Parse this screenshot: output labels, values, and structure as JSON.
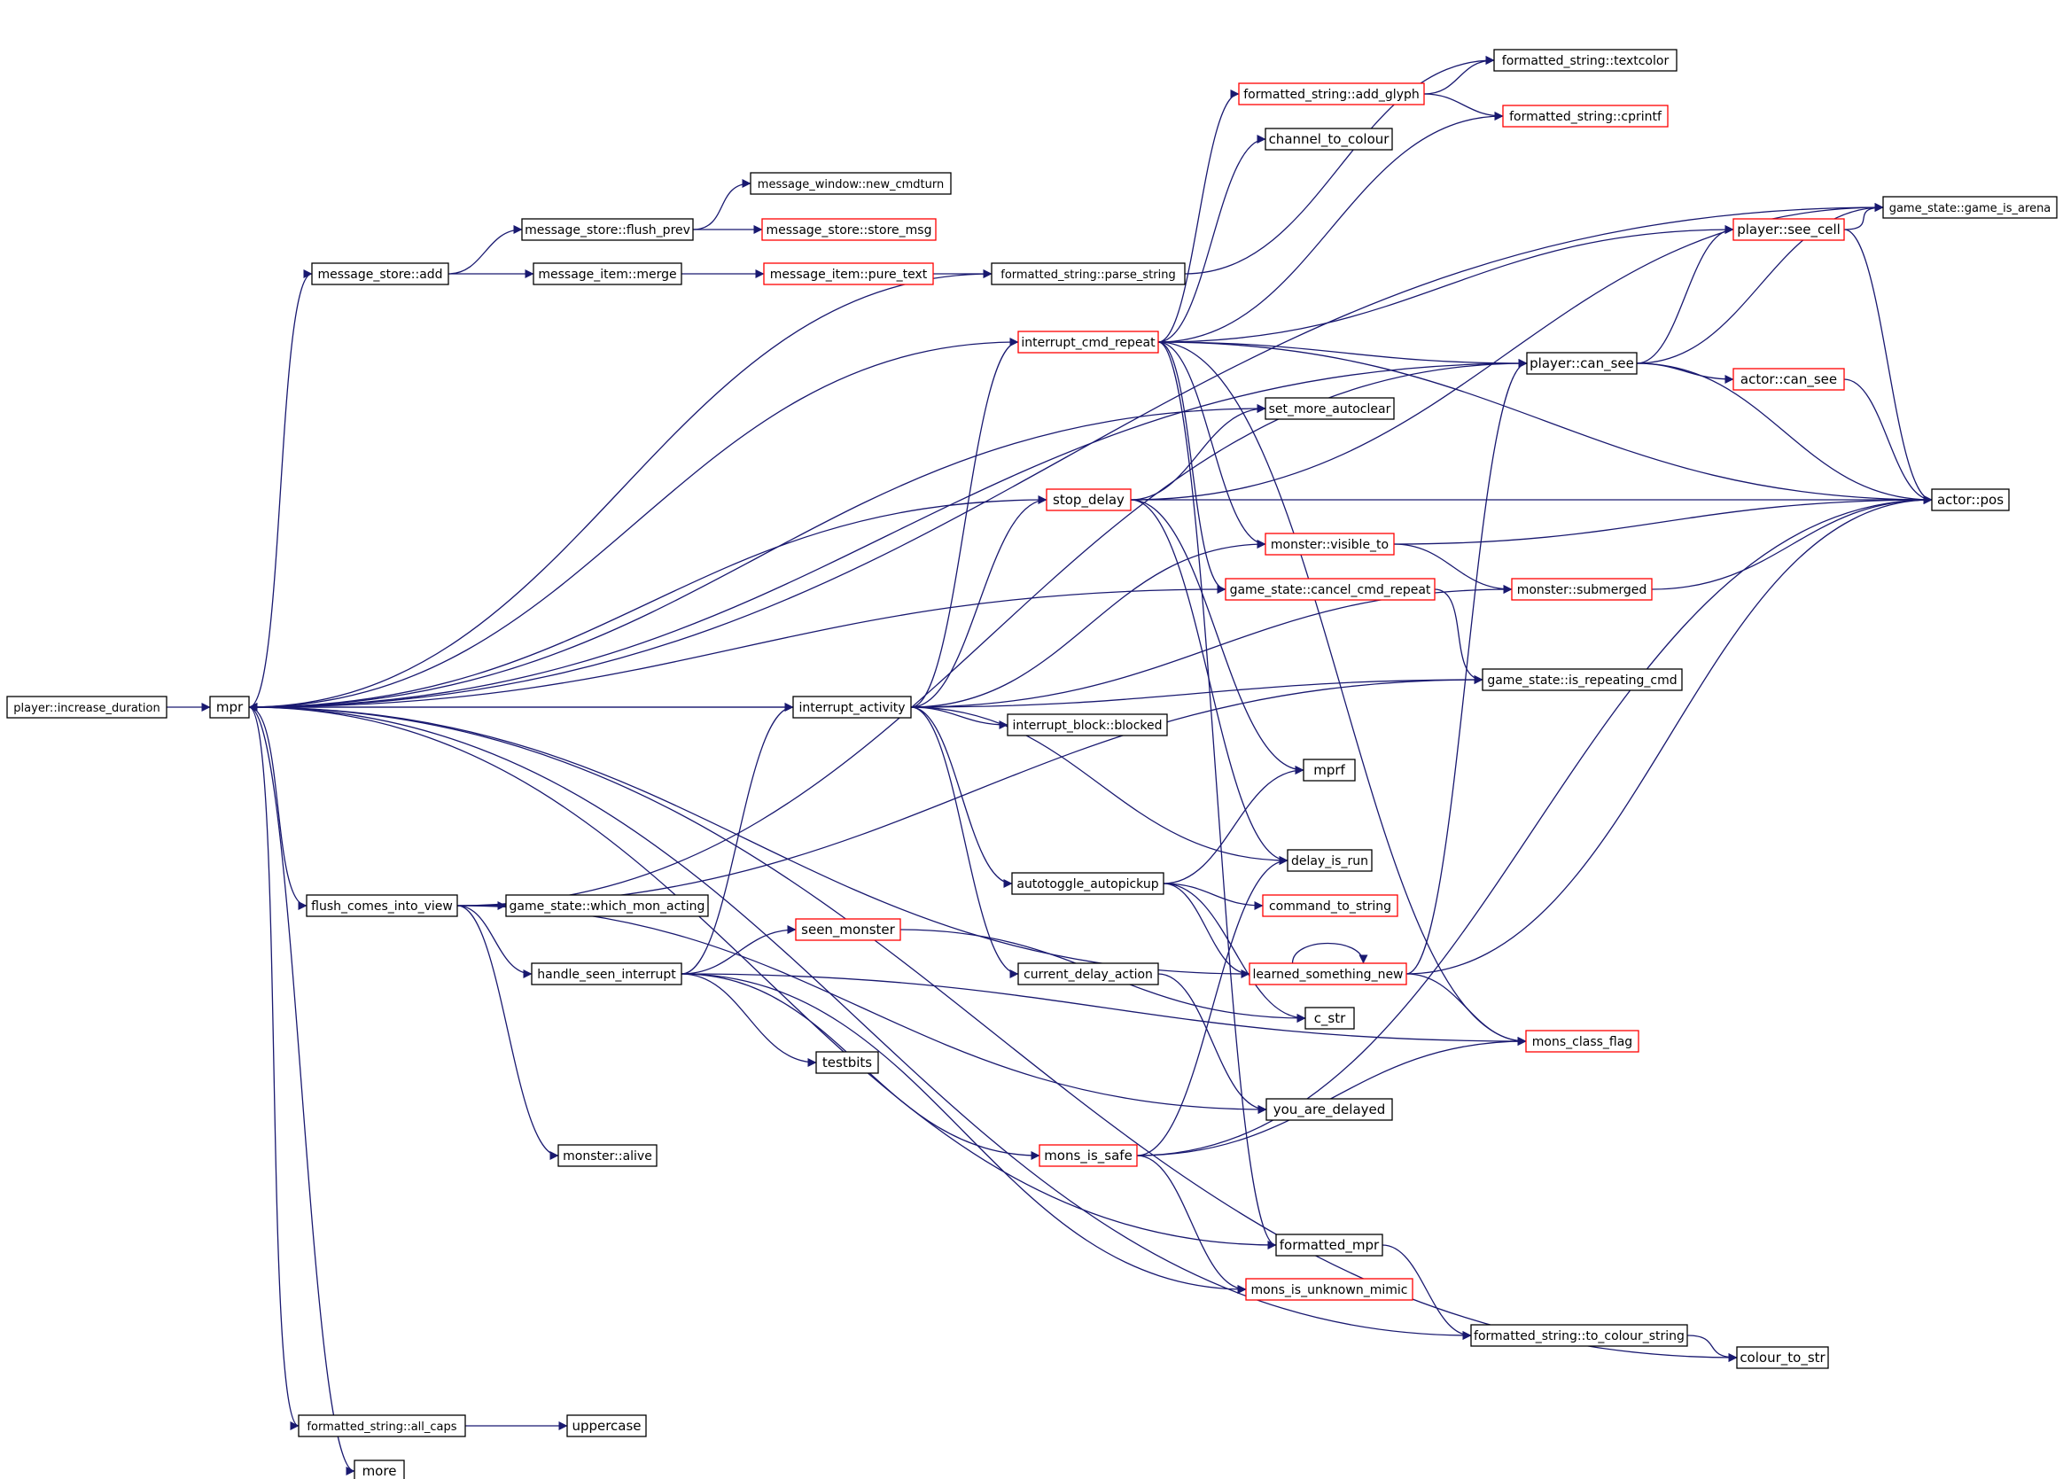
{
  "diagram": {
    "colors": {
      "edge": "#191970",
      "root_fill": "#bfbfbf",
      "border_black": "#000000",
      "border_red": "#ff0000"
    },
    "nodes": [
      {
        "id": "increase_duration",
        "label": "player::increase_duration",
        "border": "black",
        "root": true
      },
      {
        "id": "mpr",
        "label": "mpr",
        "border": "black"
      },
      {
        "id": "ms_add",
        "label": "message_store::add",
        "border": "black"
      },
      {
        "id": "ms_flush_prev",
        "label": "message_store::flush_prev",
        "border": "black"
      },
      {
        "id": "mw_new_cmdturn",
        "label": "message_window::new_cmdturn",
        "border": "black"
      },
      {
        "id": "ms_store_msg",
        "label": "message_store::store_msg",
        "border": "red"
      },
      {
        "id": "mi_merge",
        "label": "message_item::merge",
        "border": "black"
      },
      {
        "id": "mi_pure_text",
        "label": "message_item::pure_text",
        "border": "red"
      },
      {
        "id": "fs_parse_string",
        "label": "formatted_string::parse_string",
        "border": "black"
      },
      {
        "id": "fs_textcolor",
        "label": "formatted_string::textcolor",
        "border": "black"
      },
      {
        "id": "fs_add_glyph",
        "label": "formatted_string::add_glyph",
        "border": "red"
      },
      {
        "id": "fs_cprintf",
        "label": "formatted_string::cprintf",
        "border": "red"
      },
      {
        "id": "channel_to_colour",
        "label": "channel_to_colour",
        "border": "black"
      },
      {
        "id": "interrupt_cmd_repeat",
        "label": "interrupt_cmd_repeat",
        "border": "red"
      },
      {
        "id": "gs_game_is_arena",
        "label": "game_state::game_is_arena",
        "border": "black"
      },
      {
        "id": "player_see_cell",
        "label": "player::see_cell",
        "border": "red"
      },
      {
        "id": "player_can_see",
        "label": "player::can_see",
        "border": "black"
      },
      {
        "id": "actor_can_see",
        "label": "actor::can_see",
        "border": "red"
      },
      {
        "id": "set_more_autoclear",
        "label": "set_more_autoclear",
        "border": "black"
      },
      {
        "id": "stop_delay",
        "label": "stop_delay",
        "border": "red"
      },
      {
        "id": "actor_pos",
        "label": "actor::pos",
        "border": "black"
      },
      {
        "id": "monster_visible_to",
        "label": "monster::visible_to",
        "border": "red"
      },
      {
        "id": "gs_cancel_cmd_repeat",
        "label": "game_state::cancel_cmd_repeat",
        "border": "red"
      },
      {
        "id": "monster_submerged",
        "label": "monster::submerged",
        "border": "red"
      },
      {
        "id": "interrupt_activity",
        "label": "interrupt_activity",
        "border": "black"
      },
      {
        "id": "gs_is_repeating_cmd",
        "label": "game_state::is_repeating_cmd",
        "border": "black"
      },
      {
        "id": "ib_blocked",
        "label": "interrupt_block::blocked",
        "border": "black"
      },
      {
        "id": "mprf",
        "label": "mprf",
        "border": "black"
      },
      {
        "id": "delay_is_run",
        "label": "delay_is_run",
        "border": "black"
      },
      {
        "id": "autotoggle_autopickup",
        "label": "autotoggle_autopickup",
        "border": "black"
      },
      {
        "id": "command_to_string",
        "label": "command_to_string",
        "border": "red"
      },
      {
        "id": "flush_comes_into_view",
        "label": "flush_comes_into_view",
        "border": "black"
      },
      {
        "id": "gs_which_mon_acting",
        "label": "game_state::which_mon_acting",
        "border": "black"
      },
      {
        "id": "seen_monster",
        "label": "seen_monster",
        "border": "red"
      },
      {
        "id": "handle_seen_interrupt",
        "label": "handle_seen_interrupt",
        "border": "black"
      },
      {
        "id": "current_delay_action",
        "label": "current_delay_action",
        "border": "black"
      },
      {
        "id": "learned_something_new",
        "label": "learned_something_new",
        "border": "red"
      },
      {
        "id": "c_str",
        "label": "c_str",
        "border": "black"
      },
      {
        "id": "mons_class_flag",
        "label": "mons_class_flag",
        "border": "red"
      },
      {
        "id": "testbits",
        "label": "testbits",
        "border": "black"
      },
      {
        "id": "you_are_delayed",
        "label": "you_are_delayed",
        "border": "black"
      },
      {
        "id": "monster_alive",
        "label": "monster::alive",
        "border": "black"
      },
      {
        "id": "mons_is_safe",
        "label": "mons_is_safe",
        "border": "red"
      },
      {
        "id": "formatted_mpr",
        "label": "formatted_mpr",
        "border": "black"
      },
      {
        "id": "mons_is_unknown_mimic",
        "label": "mons_is_unknown_mimic",
        "border": "red"
      },
      {
        "id": "fs_to_colour_string",
        "label": "formatted_string::to_colour_string",
        "border": "black"
      },
      {
        "id": "colour_to_str",
        "label": "colour_to_str",
        "border": "black"
      },
      {
        "id": "fs_all_caps",
        "label": "formatted_string::all_caps",
        "border": "black"
      },
      {
        "id": "uppercase",
        "label": "uppercase",
        "border": "black"
      },
      {
        "id": "more",
        "label": "more",
        "border": "black"
      }
    ],
    "edges": [
      [
        "increase_duration",
        "mpr"
      ],
      [
        "mpr",
        "ms_add"
      ],
      [
        "mpr",
        "fs_parse_string"
      ],
      [
        "mpr",
        "gs_game_is_arena"
      ],
      [
        "mpr",
        "player_can_see"
      ],
      [
        "mpr",
        "set_more_autoclear"
      ],
      [
        "mpr",
        "interrupt_activity"
      ],
      [
        "mpr",
        "flush_comes_into_view"
      ],
      [
        "mpr",
        "fs_to_colour_string"
      ],
      [
        "mpr",
        "colour_to_str"
      ],
      [
        "mpr",
        "fs_all_caps"
      ],
      [
        "mpr",
        "more"
      ],
      [
        "ms_add",
        "ms_flush_prev"
      ],
      [
        "ms_add",
        "mi_merge"
      ],
      [
        "ms_flush_prev",
        "mw_new_cmdturn"
      ],
      [
        "ms_flush_prev",
        "ms_store_msg"
      ],
      [
        "mi_merge",
        "mi_pure_text"
      ],
      [
        "mi_pure_text",
        "fs_parse_string"
      ],
      [
        "fs_parse_string",
        "fs_textcolor"
      ],
      [
        "fs_add_glyph",
        "fs_textcolor"
      ],
      [
        "fs_add_glyph",
        "fs_cprintf"
      ],
      [
        "interrupt_cmd_repeat",
        "mpr"
      ],
      [
        "interrupt_cmd_repeat",
        "fs_add_glyph"
      ],
      [
        "interrupt_cmd_repeat",
        "channel_to_colour"
      ],
      [
        "interrupt_cmd_repeat",
        "fs_cprintf"
      ],
      [
        "interrupt_cmd_repeat",
        "player_see_cell"
      ],
      [
        "interrupt_cmd_repeat",
        "player_can_see"
      ],
      [
        "interrupt_cmd_repeat",
        "actor_pos"
      ],
      [
        "interrupt_cmd_repeat",
        "monster_visible_to"
      ],
      [
        "interrupt_cmd_repeat",
        "gs_cancel_cmd_repeat"
      ],
      [
        "interrupt_cmd_repeat",
        "mons_class_flag"
      ],
      [
        "interrupt_cmd_repeat",
        "formatted_mpr"
      ],
      [
        "player_see_cell",
        "gs_game_is_arena"
      ],
      [
        "player_see_cell",
        "actor_pos"
      ],
      [
        "player_can_see",
        "player_see_cell"
      ],
      [
        "player_can_see",
        "gs_game_is_arena"
      ],
      [
        "player_can_see",
        "actor_can_see"
      ],
      [
        "player_can_see",
        "actor_pos"
      ],
      [
        "actor_can_see",
        "actor_pos"
      ],
      [
        "stop_delay",
        "mpr"
      ],
      [
        "stop_delay",
        "set_more_autoclear"
      ],
      [
        "stop_delay",
        "gs_game_is_arena"
      ],
      [
        "stop_delay",
        "actor_pos"
      ],
      [
        "stop_delay",
        "mprf"
      ],
      [
        "stop_delay",
        "delay_is_run"
      ],
      [
        "monster_visible_to",
        "actor_pos"
      ],
      [
        "monster_visible_to",
        "monster_submerged"
      ],
      [
        "gs_cancel_cmd_repeat",
        "mpr"
      ],
      [
        "gs_cancel_cmd_repeat",
        "gs_is_repeating_cmd"
      ],
      [
        "monster_submerged",
        "actor_pos"
      ],
      [
        "interrupt_activity",
        "mpr"
      ],
      [
        "interrupt_activity",
        "interrupt_cmd_repeat"
      ],
      [
        "interrupt_activity",
        "stop_delay"
      ],
      [
        "interrupt_activity",
        "monster_visible_to"
      ],
      [
        "interrupt_activity",
        "monster_submerged"
      ],
      [
        "interrupt_activity",
        "gs_is_repeating_cmd"
      ],
      [
        "interrupt_activity",
        "ib_blocked"
      ],
      [
        "interrupt_activity",
        "delay_is_run"
      ],
      [
        "interrupt_activity",
        "autotoggle_autopickup"
      ],
      [
        "interrupt_activity",
        "current_delay_action"
      ],
      [
        "autotoggle_autopickup",
        "mprf"
      ],
      [
        "autotoggle_autopickup",
        "command_to_string"
      ],
      [
        "autotoggle_autopickup",
        "learned_something_new"
      ],
      [
        "autotoggle_autopickup",
        "c_str"
      ],
      [
        "flush_comes_into_view",
        "player_can_see"
      ],
      [
        "flush_comes_into_view",
        "gs_is_repeating_cmd"
      ],
      [
        "flush_comes_into_view",
        "gs_which_mon_acting"
      ],
      [
        "flush_comes_into_view",
        "handle_seen_interrupt"
      ],
      [
        "flush_comes_into_view",
        "monster_alive"
      ],
      [
        "flush_comes_into_view",
        "you_are_delayed"
      ],
      [
        "handle_seen_interrupt",
        "interrupt_activity"
      ],
      [
        "handle_seen_interrupt",
        "seen_monster"
      ],
      [
        "handle_seen_interrupt",
        "mons_class_flag"
      ],
      [
        "handle_seen_interrupt",
        "testbits"
      ],
      [
        "handle_seen_interrupt",
        "mons_is_safe"
      ],
      [
        "handle_seen_interrupt",
        "mons_is_unknown_mimic"
      ],
      [
        "seen_monster",
        "c_str"
      ],
      [
        "current_delay_action",
        "you_are_delayed"
      ],
      [
        "learned_something_new",
        "mpr"
      ],
      [
        "learned_something_new",
        "learned_something_new"
      ],
      [
        "learned_something_new",
        "player_can_see"
      ],
      [
        "learned_something_new",
        "actor_pos"
      ],
      [
        "learned_something_new",
        "mons_class_flag"
      ],
      [
        "mons_is_safe",
        "delay_is_run"
      ],
      [
        "mons_is_safe",
        "mons_class_flag"
      ],
      [
        "mons_is_safe",
        "actor_pos"
      ],
      [
        "mons_is_safe",
        "mons_is_unknown_mimic"
      ],
      [
        "formatted_mpr",
        "mpr"
      ],
      [
        "formatted_mpr",
        "fs_to_colour_string"
      ],
      [
        "fs_to_colour_string",
        "colour_to_str"
      ],
      [
        "fs_all_caps",
        "uppercase"
      ]
    ]
  }
}
